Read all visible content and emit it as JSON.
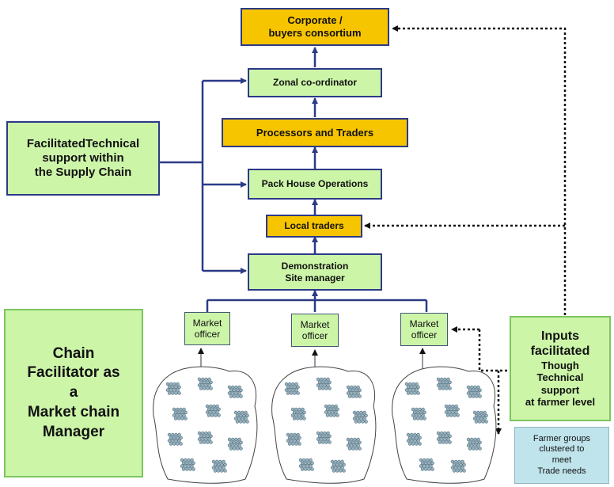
{
  "nodes": {
    "corporate": [
      "Corporate /",
      "buyers consortium"
    ],
    "zonal": "Zonal co-ordinator",
    "processors": "Processors and Traders",
    "pack_house": "Pack House Operations",
    "local_traders": "Local traders",
    "demo_site": [
      "Demonstration",
      "Site manager"
    ],
    "market_officer": [
      "Market",
      "officer"
    ],
    "technical_support": [
      "FacilitatedTechnical",
      "support within",
      "the Supply Chain"
    ],
    "chain_facilitator": [
      "Chain",
      "Facilitator as",
      "a",
      "Market chain",
      "Manager"
    ],
    "inputs": {
      "title": [
        "Inputs",
        "facilitated"
      ],
      "detail": [
        "Though",
        "Technical",
        "support",
        "at farmer level"
      ]
    },
    "farmer_groups": [
      "Farmer groups",
      "clustered to",
      "meet",
      "Trade needs"
    ]
  },
  "colors": {
    "green_fill": "#ccf5a8",
    "orange_fill": "#f7c400",
    "navy_line": "#2c3a86",
    "teal_fill": "#bfe4ec"
  }
}
